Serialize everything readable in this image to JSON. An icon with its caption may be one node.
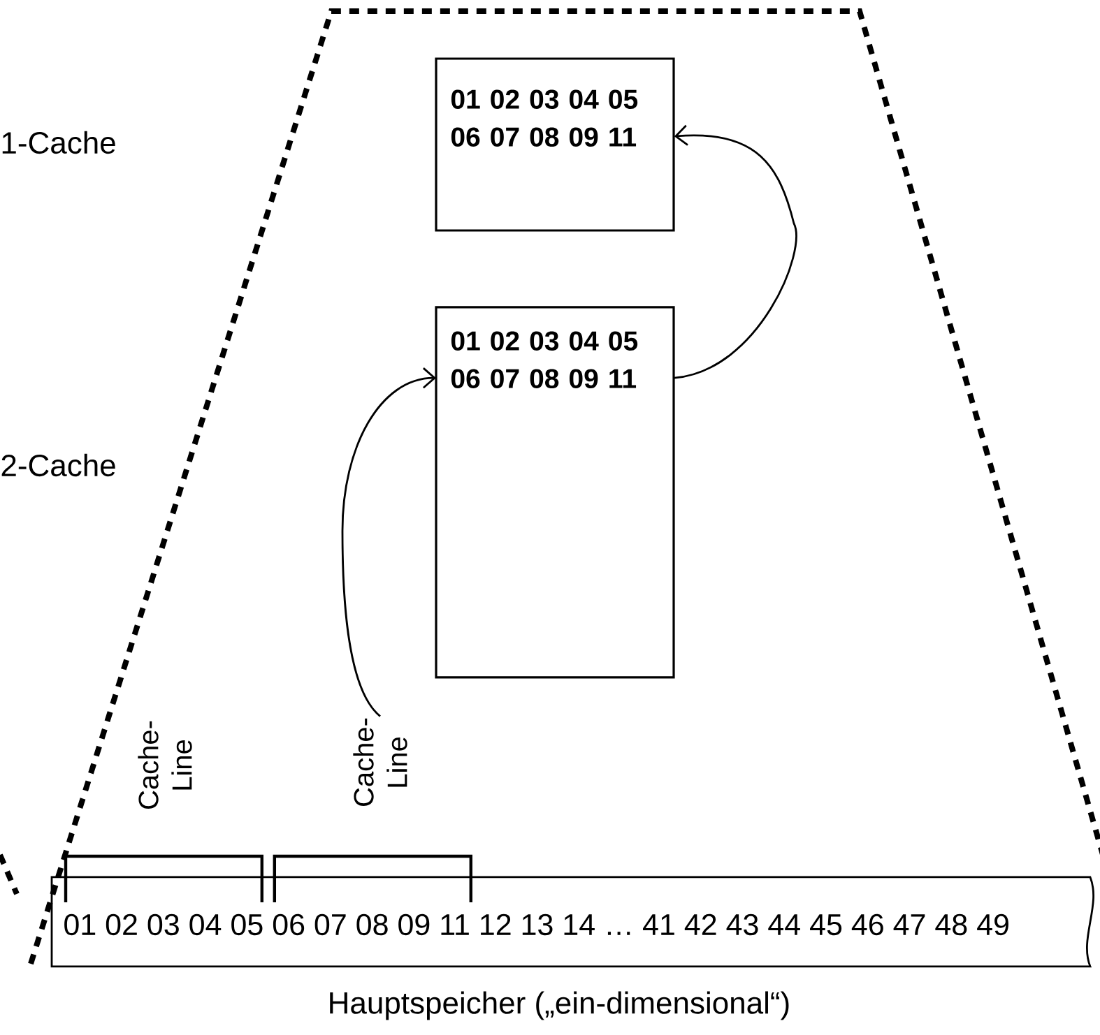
{
  "diagram": {
    "nodes": [
      {
        "text": [
          "01 02 03 04 05 06 07 08 09 11"
        ]
      },
      {
        "text": [
          "01 02 03 04 05 06 07 08 09 11"
        ]
      },
      {
        "text": [
          "01 02 03 04 05 06 07 08 09 11 12 13 14 … 41 42 43 44 45 46 47 48 49"
        ],
        "beside": [
          "Hauptspeicher („ein-dimensional“)"
        ]
      },
      {
        "text": [
          "Cache- Line"
        ]
      }
    ],
    "edges": [
      {
        "from": 1,
        "to": 0,
        "arrow": "to"
      },
      {
        "from": 3,
        "to": 1,
        "arrow": "to"
      }
    ],
    "labels": [
      "1-Cache",
      "2-Cache",
      "Cache- Line"
    ]
  }
}
